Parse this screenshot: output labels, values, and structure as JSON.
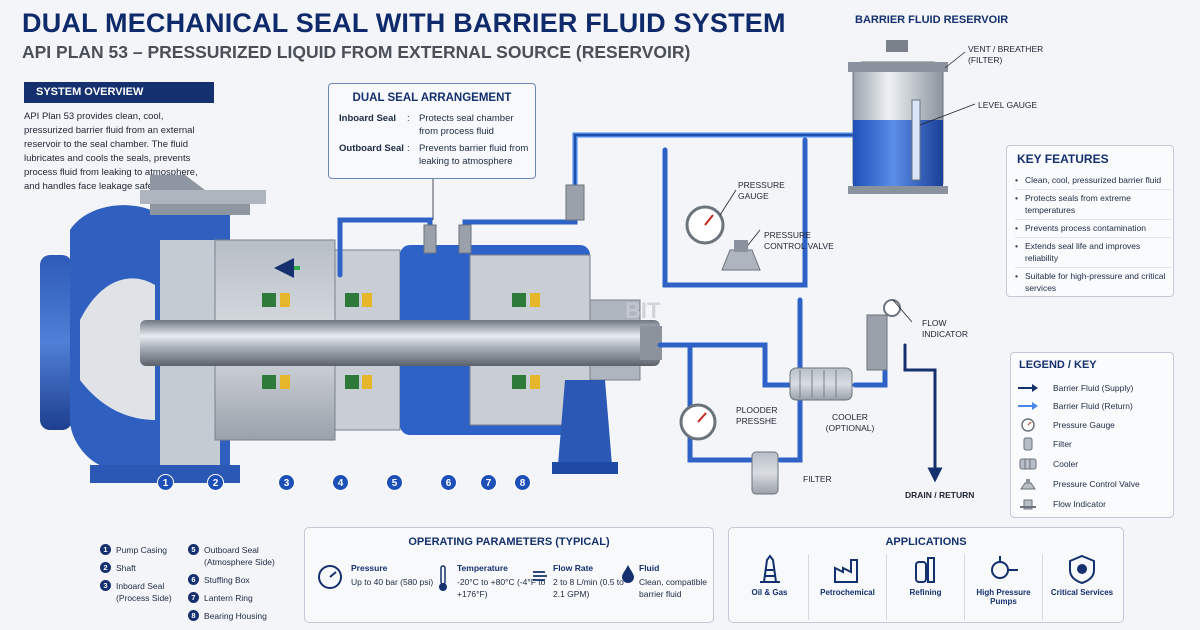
{
  "title": "DUAL MECHANICAL SEAL WITH BARRIER FLUID SYSTEM",
  "subtitle": "API PLAN 53 – PRESSURIZED LIQUID FROM EXTERNAL SOURCE (RESERVOIR)",
  "overview": {
    "heading": "SYSTEM OVERVIEW",
    "text": "API Plan 53 provides clean, cool, pressurized barrier fluid from an external reservoir to the seal chamber. The fluid lubricates and cools the seals, prevents process fluid from leaking to atmosphere, and handles face leakage safely."
  },
  "dual_seal": {
    "heading": "DUAL SEAL ARRANGEMENT",
    "rows": [
      {
        "name": "Inboard Seal",
        "desc": "Protects seal chamber from process fluid"
      },
      {
        "name": "Outboard Seal",
        "desc": "Prevents barrier fluid from leaking to atmosphere"
      }
    ]
  },
  "reservoir": {
    "heading": "BARRIER FLUID RESERVOIR",
    "vent": "VENT / BREATHER (FILTER)",
    "level_gauge": "LEVEL GAUGE"
  },
  "labels": {
    "pressure_gauge": "PRESSURE GAUGE",
    "pcv": "PRESSURE CONTROL VALVE",
    "flow_indicator": "FLOW INDICATOR",
    "cooler": "COOLER (OPTIONAL)",
    "ploder": "PLOODER PRESSHE",
    "filter": "FILTER",
    "drain": "DRAIN / RETURN",
    "watermark": "BIT"
  },
  "key_features": {
    "heading": "KEY FEATURES",
    "items": [
      "Clean, cool, pressurized barrier fluid",
      "Protects seals from extreme temperatures",
      "Prevents process contamination",
      "Extends seal life and improves reliability",
      "Suitable for high-pressure and critical services"
    ]
  },
  "legend": {
    "heading": "LEGEND / KEY",
    "items": [
      {
        "label": "Barrier Fluid (Supply)",
        "icon": "arrow-supply-icon"
      },
      {
        "label": "Barrier Fluid (Return)",
        "icon": "arrow-return-icon"
      },
      {
        "label": "Pressure Gauge",
        "icon": "gauge-icon"
      },
      {
        "label": "Filter",
        "icon": "filter-icon"
      },
      {
        "label": "Cooler",
        "icon": "cooler-icon"
      },
      {
        "label": "Pressure Control Valve",
        "icon": "valve-icon"
      },
      {
        "label": "Flow Indicator",
        "icon": "flow-indicator-icon"
      }
    ],
    "colors": {
      "supply": "#14306e",
      "return": "#4a86e8"
    }
  },
  "parts": [
    {
      "num": "1",
      "label": "Pump Casing"
    },
    {
      "num": "2",
      "label": "Shaft"
    },
    {
      "num": "3",
      "label": "Inboard Seal (Process Side)"
    },
    {
      "num": "4",
      "label": ""
    },
    {
      "num": "5",
      "label": "Outboard Seal (Atmosphere Side)"
    },
    {
      "num": "6",
      "label": "Stuffing Box"
    },
    {
      "num": "7",
      "label": "Lantern Ring"
    },
    {
      "num": "8",
      "label": "Bearing Housing"
    }
  ],
  "operating": {
    "heading": "OPERATING PARAMETERS (TYPICAL)",
    "params": [
      {
        "name": "Pressure",
        "value": "Up to 40 bar (580 psi)",
        "icon": "pressure-dial-icon"
      },
      {
        "name": "Temperature",
        "value": "-20°C to +80°C (-4°F to +176°F)",
        "icon": "thermometer-icon"
      },
      {
        "name": "Flow Rate",
        "value": "2 to 8 L/min (0.5 to 2.1 GPM)",
        "icon": "flow-icon"
      },
      {
        "name": "Fluid",
        "value": "Clean, compatible barrier fluid",
        "icon": "droplet-icon"
      }
    ]
  },
  "applications": {
    "heading": "APPLICATIONS",
    "items": [
      {
        "label": "Oil & Gas",
        "icon": "oil-rig-icon"
      },
      {
        "label": "Petrochemical",
        "icon": "factory-icon"
      },
      {
        "label": "Refining",
        "icon": "refinery-icon"
      },
      {
        "label": "High Pressure Pumps",
        "icon": "pump-icon"
      },
      {
        "label": "Critical Services",
        "icon": "shield-icon"
      }
    ]
  },
  "colors": {
    "navy": "#14306e",
    "pipe": "#3b6fcf",
    "accent": "#1d4fb8"
  }
}
